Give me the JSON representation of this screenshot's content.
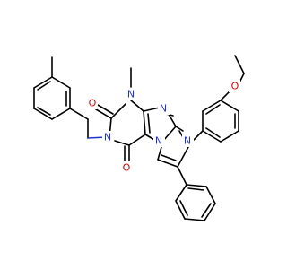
{
  "molecule": {
    "atom_labels": {
      "n1": "N",
      "n3": "N",
      "n7": "N",
      "n9": "N",
      "n_imid": "N",
      "o_c2": "O",
      "o_c6": "O",
      "o_ether": "O"
    },
    "element_colors": {
      "N": "#2233cc",
      "O": "#e00000",
      "C": "#000000"
    }
  }
}
